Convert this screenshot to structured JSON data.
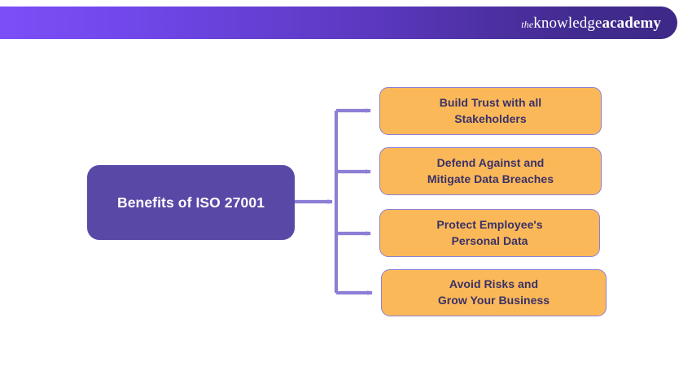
{
  "header": {
    "logo": {
      "the": "the",
      "knowledge": "knowledge",
      "academy": "academy"
    },
    "gradient_start": "#7d4ef6",
    "gradient_end": "#3d2887"
  },
  "diagram": {
    "type": "mind-map",
    "root": {
      "label": "Benefits of ISO 27001",
      "fill": "#5a48a6",
      "text_color": "#ffffff"
    },
    "connector_color": "#8d7fd6",
    "branches": [
      {
        "line1": "Build Trust with all",
        "line2": "Stakeholders",
        "fill": "#fbb859",
        "border": "#8d7fd6",
        "text_color": "#3a3167"
      },
      {
        "line1": "Defend Against and",
        "line2": "Mitigate Data Breaches",
        "fill": "#fbb859",
        "border": "#8d7fd6",
        "text_color": "#3a3167"
      },
      {
        "line1": "Protect Employee's",
        "line2": "Personal Data",
        "fill": "#fbb859",
        "border": "#8d7fd6",
        "text_color": "#3a3167"
      },
      {
        "line1": "Avoid Risks and",
        "line2": "Grow Your Business",
        "fill": "#fbb859",
        "border": "#8d7fd6",
        "text_color": "#3a3167"
      }
    ]
  }
}
